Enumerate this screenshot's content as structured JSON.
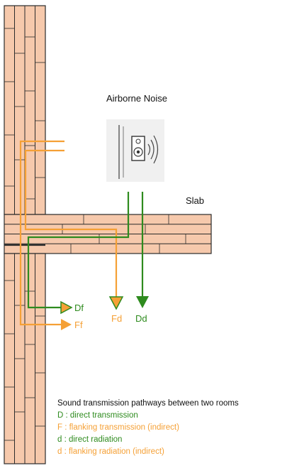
{
  "diagram": {
    "airborne_noise_label": "Airborne Noise",
    "slab_label": "Slab",
    "path_labels": {
      "df": "Df",
      "ff": "Ff",
      "fd": "Fd",
      "dd": "Dd"
    },
    "legend": {
      "title": "Sound transmission pathways between two rooms",
      "items": [
        "D : direct transmission",
        "F : flanking transmission (indirect)",
        "d : direct radiation",
        "d : flanking radiation (indirect)"
      ]
    },
    "colors": {
      "wall_fill": "#f6c9ac",
      "outline": "#2b2b2b",
      "direct": "#2e8b1e",
      "flanking": "#f5a035",
      "text": "#111111"
    },
    "icons": {
      "speaker": "speaker-with-sound-waves-icon"
    }
  }
}
